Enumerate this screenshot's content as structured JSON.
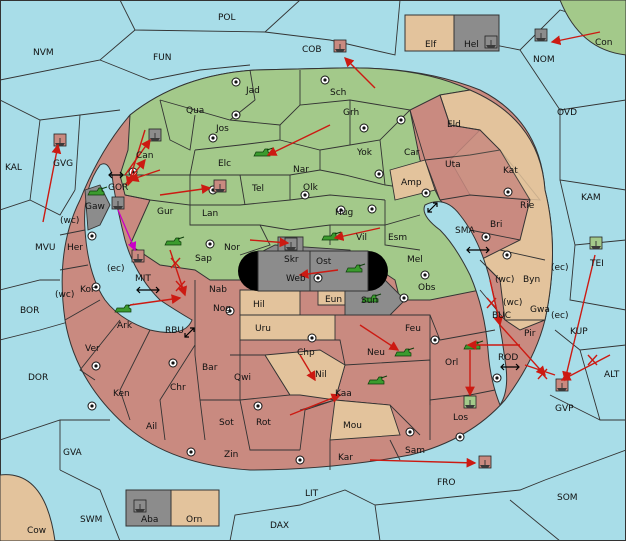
{
  "colors": {
    "sea": "#a8dde8",
    "green": "#a3c98a",
    "brown": "#c98a80",
    "tan": "#e3c39c",
    "gray": "#8c8c8c",
    "black": "#000000",
    "order": "#cc1a12",
    "support": "#c800c8",
    "army": "#3b9b2e"
  },
  "seas": {
    "pol": "POL",
    "fun": "FUN",
    "cob": "COB",
    "nvm": "NVM",
    "nom": "NOM",
    "con": "Con",
    "ovd": "OVD",
    "kal": "KAL",
    "gvg": "GVG",
    "kam": "KAM",
    "mvu": "MVU",
    "bor": "BOR",
    "dor": "DOR",
    "gva": "GVA",
    "swm": "SWM",
    "cow": "Cow",
    "dax": "DAX",
    "lit": "LIT",
    "fro": "FRO",
    "som": "SOM",
    "gvp": "GVP",
    "alt": "ALT",
    "kup": "KUP",
    "tei": "TEI",
    "mit": "MIT",
    "rbu": "RBU",
    "sma": "SMA",
    "rod": "ROD",
    "buc": "BUC"
  },
  "provinces": {
    "jad": "Jad",
    "sch": "Sch",
    "qua": "Qua",
    "jos": "Jos",
    "grh": "Grh",
    "eld": "Eld",
    "can": "Can",
    "elc": "Elc",
    "nar": "Nar",
    "yok": "Yok",
    "car": "Car",
    "uta": "Uta",
    "kat": "Kat",
    "gor": "GOR",
    "tel": "Tel",
    "olk": "Olk",
    "amp": "Amp",
    "gaw": "Gaw",
    "gur": "Gur",
    "lan": "Lan",
    "hug": "Hug",
    "rie": "Rie",
    "bri": "Bri",
    "her": "Her",
    "nor": "Nor",
    "skr": "Skr",
    "vil": "Vil",
    "esm": "Esm",
    "sap": "Sap",
    "ost": "Ost",
    "mel": "Mel",
    "web": "Web",
    "byn": "Byn",
    "kor": "Kor",
    "nab": "Nab",
    "eun": "Eun",
    "sun": "Sun",
    "obs": "Obs",
    "hil": "Hil",
    "gwa": "Gwa",
    "ark": "Ark",
    "nog": "Nog",
    "uru": "Uru",
    "feu": "Feu",
    "pir": "Pir",
    "ver": "Ver",
    "chp": "Chp",
    "neu": "Neu",
    "bar": "Bar",
    "qwi": "Qwi",
    "orl": "Orl",
    "nil": "Nil",
    "ken": "Ken",
    "chr": "Chr",
    "kaa": "Kaa",
    "los": "Los",
    "sot": "Sot",
    "rot": "Rot",
    "mou": "Mou",
    "ail": "Ail",
    "zin": "Zin",
    "kar": "Kar",
    "sam": "Sam"
  },
  "coasts": {
    "wc1": "(wc)",
    "ec1": "(ec)",
    "wc2": "(wc)",
    "wc3": "(wc)",
    "wc4": "(wc)",
    "ec2": "(ec)",
    "ec3": "(ec)"
  },
  "insets": {
    "elf": "Elf",
    "hel": "Hel",
    "aba": "Aba",
    "orn": "Orn"
  }
}
